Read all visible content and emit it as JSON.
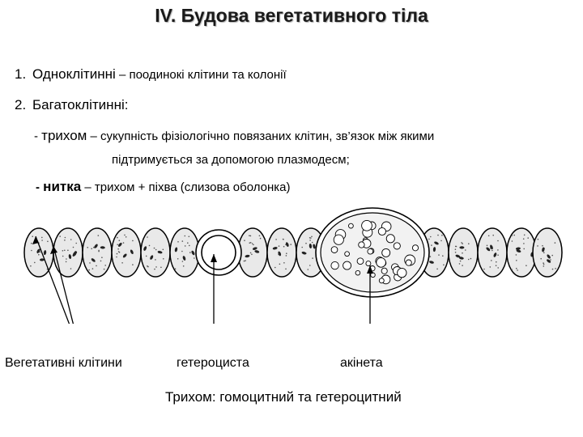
{
  "title": "IV. Будова вегетативного тіла",
  "items": [
    {
      "num": "1.",
      "head": "Одноклітинні",
      "rest": " – поодинокі клітини та колонії"
    },
    {
      "num": "2.",
      "head": "Багатоклітинні:"
    }
  ],
  "trichome": {
    "dash": "- ",
    "term": "трихом",
    "def1": " – сукупність фізіологічно повязаних клітин, зв’язок між якими",
    "def2": "підтримується за допомогою плазмодесм;"
  },
  "filament": {
    "dash": "- ",
    "term": "нитка",
    "def": " – трихом + піхва (слизова оболонка)"
  },
  "labels": {
    "vegetative": "Вегетативні клітини",
    "heterocyst": "гетероциста",
    "akinete": "акінета"
  },
  "footer": {
    "bold": "Трихом",
    "rest": ": гомоцитний та гетероцитний"
  }
}
